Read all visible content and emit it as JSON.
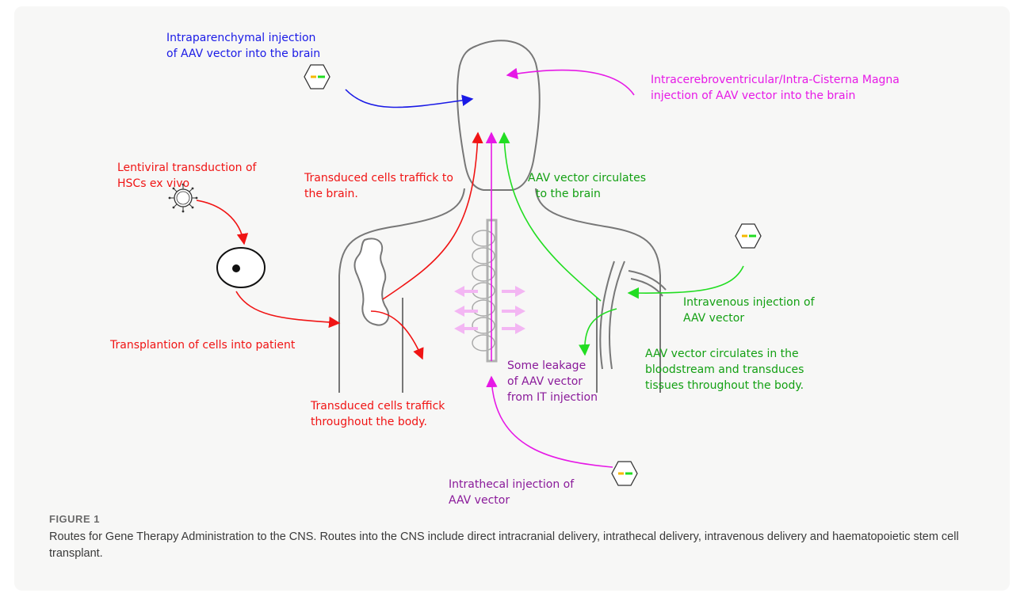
{
  "figure": {
    "number": "FIGURE 1",
    "caption": "Routes for Gene Therapy Administration to the CNS. Routes into the CNS include direct intracranial delivery, intrathecal delivery, intravenous delivery and haematopoietic stem cell transplant."
  },
  "labels": {
    "intraparenchymal": [
      "Intraparenchymal injection",
      "of AAV vector into the brain"
    ],
    "icv": [
      "Intracerebroventricular/Intra-Cisterna Magna",
      "injection of AAV vector into the brain"
    ],
    "lentiviral": [
      "Lentiviral transduction of",
      "HSCs ex vivo"
    ],
    "traffic_brain": [
      "Transduced cells traffick to",
      "the brain."
    ],
    "aav_brain": [
      "AAV vector circulates",
      "to the brain"
    ],
    "intravenous": [
      "Intravenous injection of",
      "AAV vector"
    ],
    "transplant": [
      "Transplantion of cells into patient"
    ],
    "bloodstream": [
      "AAV vector circulates in the",
      "bloodstream and transduces",
      "tissues throughout the body."
    ],
    "leakage": [
      "Some leakage",
      "of AAV vector",
      "from IT injection"
    ],
    "traffic_body": [
      "Transduced cells traffick",
      "throughout the body."
    ],
    "intrathecal": [
      "Intrathecal injection of",
      "AAV vector"
    ]
  },
  "colors": {
    "blue": "#1a1ae6",
    "magenta": "#e619e6",
    "red": "#f01414",
    "green": "#13a013",
    "bright_green": "#22dd22",
    "purple": "#8a1a9a",
    "outline": "#777777"
  }
}
